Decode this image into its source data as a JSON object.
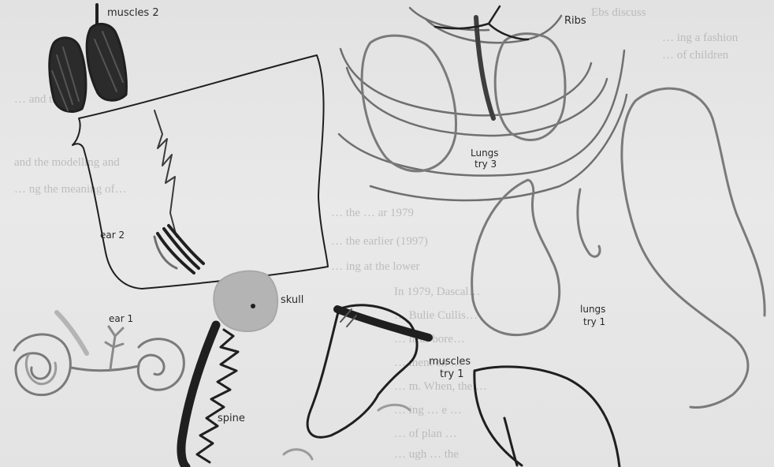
{
  "labels": {
    "muscles2": "muscles 2",
    "ribs": "Ribs",
    "lungs_try3_line1": "Lungs",
    "lungs_try3_line2": "try 3",
    "ear2": "ear 2",
    "skull": "skull",
    "ear1": "ear 1",
    "lungs_try1_line1": "lungs",
    "lungs_try1_line2": "try 1",
    "muscles_try1_line1": "muscles",
    "muscles_try1_line2": "try 1",
    "spine": "spine"
  },
  "bleed_through": {
    "line1": "Ebs discuss",
    "line2": "… ing a fashion",
    "line3": "… of children",
    "line4": "… and the",
    "line5": "and the modelling and",
    "line6": "… ng the meaning of…",
    "line7": "… the … ar 1979",
    "line8": "… the earlier (1997)",
    "line9": "… ing at the lower",
    "line10": "In 1979, Dascal…",
    "line11": "… Bulie Cullis…",
    "line12": "… hear bore…",
    "line13": "… ment on … ",
    "line14": "… m. When, the …",
    "line15": "… ing … e …",
    "line16": "… of plan …",
    "line17": "… ugh … the"
  },
  "colors": {
    "paper": "#e4e4e4",
    "ink_dark": "#1f1f1f",
    "ink_mid": "#6f6f6f",
    "ink_light": "#9b9b9b",
    "skull_fill": "#b4b4b4"
  }
}
